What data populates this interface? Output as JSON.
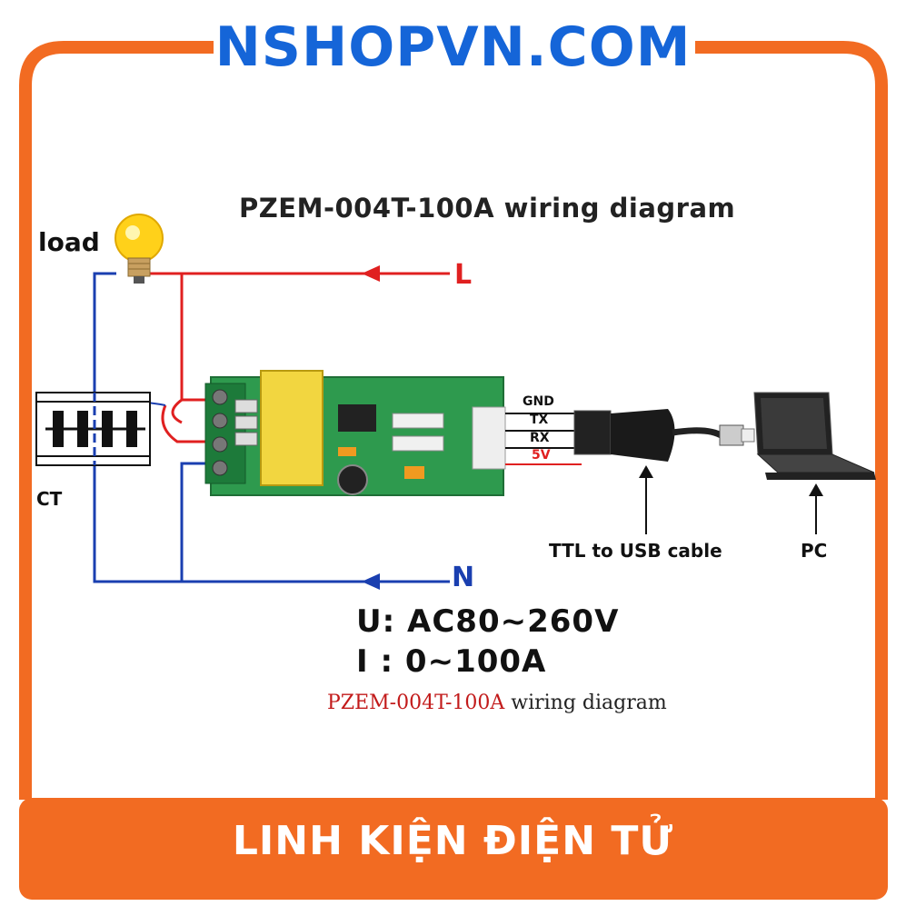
{
  "header": {
    "brand": "NSHOPVN.COM"
  },
  "diagram": {
    "title": "PZEM-004T-100A wiring diagram",
    "load_label": "load",
    "ct_label": "CT",
    "line_label": "L",
    "neutral_label": "N",
    "pins": {
      "gnd": "GND",
      "tx": "TX",
      "rx": "RX",
      "v5": "5V"
    },
    "cable_label": "TTL to USB cable",
    "pc_label": "PC",
    "voltage_spec": "U: AC80~260V",
    "current_spec": "I : 0~100A",
    "caption_model": "PZEM-004T-100A",
    "caption_rest": " wiring diagram"
  },
  "footer": {
    "banner": "LINH KIỆN ĐIỆN TỬ"
  },
  "colors": {
    "frame": "#f26b22",
    "brand": "#1565d8",
    "live": "#e02020",
    "neutral": "#1a3fb0",
    "board": "#2e9a4e"
  }
}
